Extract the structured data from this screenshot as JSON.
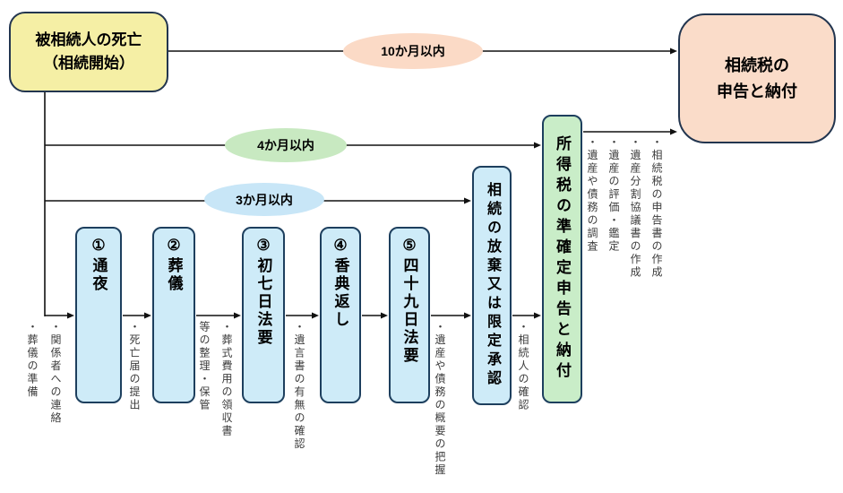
{
  "diagram": {
    "title": "inheritance-procedure-timeline-flowchart",
    "start_box": {
      "lines": [
        "被相続人の死亡",
        "（相続開始）"
      ]
    },
    "end_box": {
      "lines": [
        "相続税の",
        "申告と納付"
      ]
    },
    "timelines": [
      {
        "label": "10か月以内",
        "fill": "#fbdac6"
      },
      {
        "label": "4か月以内",
        "fill": "#c8e9c1"
      },
      {
        "label": "3か月以内",
        "fill": "#c8e6f7"
      }
    ],
    "steps": [
      {
        "number": "①",
        "label": "通夜"
      },
      {
        "number": "②",
        "label": "葬儀"
      },
      {
        "number": "③",
        "label": "初七日法要"
      },
      {
        "number": "④",
        "label": "香典返し"
      },
      {
        "number": "⑤",
        "label": "四十九日法要"
      }
    ],
    "decision_box": {
      "label": "相続の放棄又は限定承認"
    },
    "tax_box": {
      "label": "所得税の準確定申告と納付"
    },
    "notes": [
      {
        "lines": [
          "・関係者への連絡",
          "・葬儀の準備"
        ]
      },
      {
        "lines": [
          "・死亡届の提出"
        ]
      },
      {
        "lines": [
          "・葬式費用の領収書",
          "等の整理・保管"
        ]
      },
      {
        "lines": [
          "・遺言書の有無の確認"
        ]
      },
      {
        "lines": [
          "・遺産や債務の概要の把握"
        ]
      },
      {
        "lines": [
          "・相続人の確認"
        ]
      },
      {
        "lines": [
          "・相続税の申告書の作成",
          "・遺産分割協議書の作成",
          "・遺産の評価・鑑定",
          "・遺産や債務の調査"
        ]
      }
    ],
    "palette": {
      "start_fill": "#f5efa5",
      "end_fill": "#fadcc9",
      "step_fill": "#ceebf8",
      "tax_fill": "#c9edc8",
      "border_dark": "#22354f",
      "note_text": "#3d3d3d",
      "connector": "#111111"
    }
  }
}
